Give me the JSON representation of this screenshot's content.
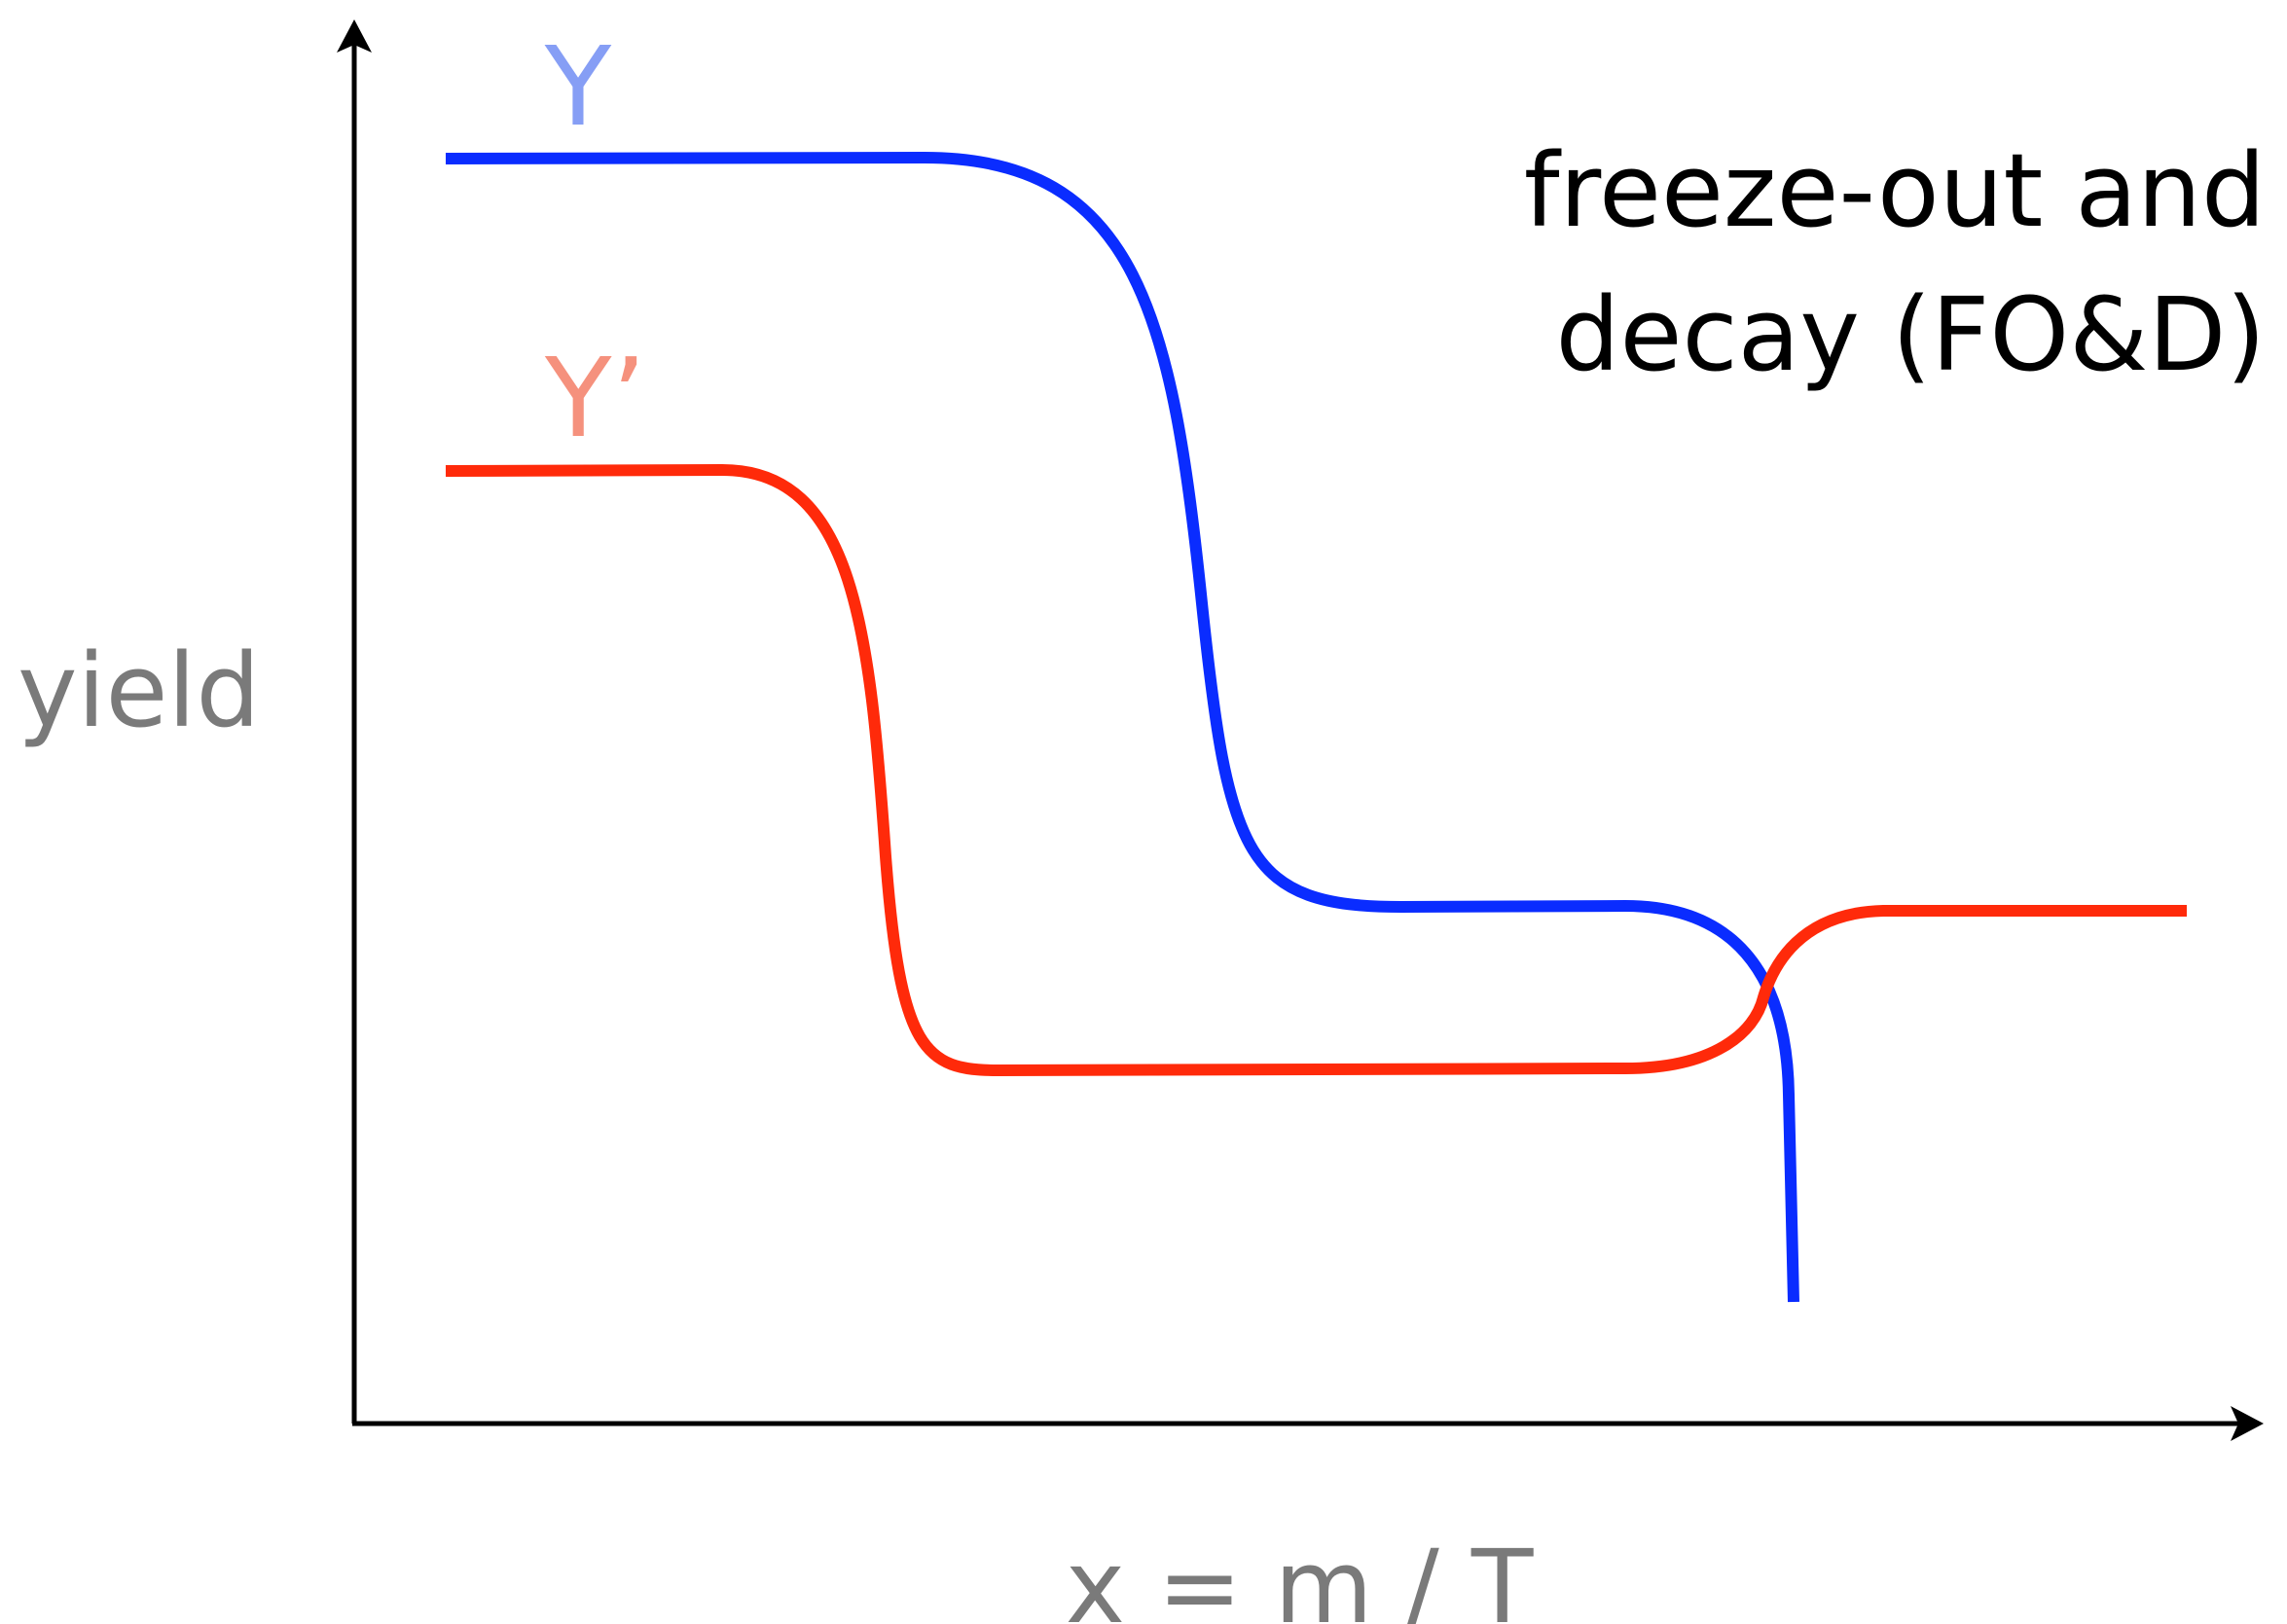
{
  "title": {
    "line1": "freeze-out and",
    "line2": "decay (FO&D)"
  },
  "axes": {
    "ylabel": "yield",
    "xlabel": "x = m / T"
  },
  "series": [
    {
      "name": "Υ",
      "color": "#0a2cff",
      "label_color": "#869ef5"
    },
    {
      "name": "Υ’",
      "color": "#ff2a0a",
      "label_color": "#f5917d"
    }
  ],
  "colors": {
    "axis": "#000000",
    "axis_label": "#7a7a7a"
  }
}
